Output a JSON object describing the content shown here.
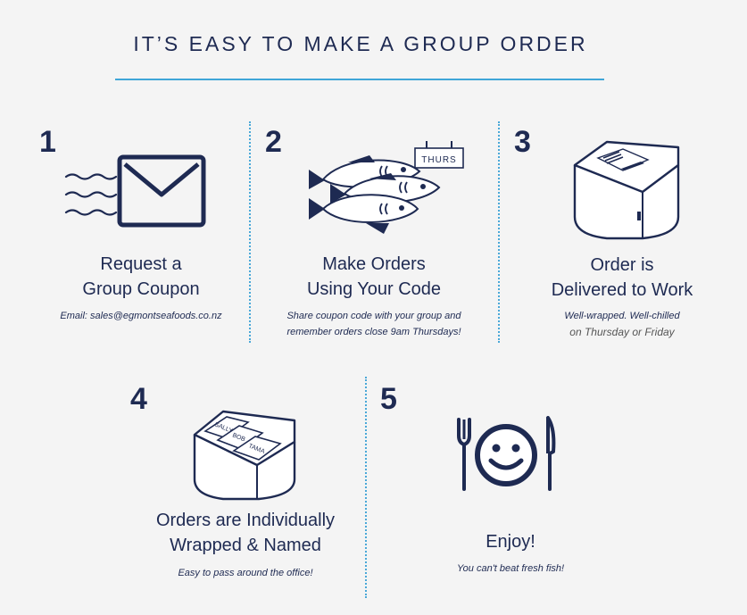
{
  "title": "IT’S EASY TO MAKE A GROUP ORDER",
  "steps": [
    {
      "number": "1",
      "heading_line1": "Request a",
      "heading_line2": "Group Coupon",
      "sub_line1": "Email: sales@egmontseafoods.co.nz",
      "sub_line2": ""
    },
    {
      "number": "2",
      "heading_line1": "Make Orders",
      "heading_line2": "Using Your Code",
      "sub_line1": "Share coupon code with your group and",
      "sub_line2": "remember orders close 9am Thursdays!",
      "sign_text": "THURS"
    },
    {
      "number": "3",
      "heading_line1": "Order is",
      "heading_line2": "Delivered  to Work",
      "sub_line1": "Well-wrapped. Well-chilled",
      "sub_line2": "on Thursday or Friday"
    },
    {
      "number": "4",
      "heading_line1": "Orders are Individually",
      "heading_line2": "Wrapped & Named",
      "sub_line1": "Easy to pass around the office!",
      "sub_line2": "",
      "names": [
        "SALLY",
        "BOB",
        "TAMA"
      ]
    },
    {
      "number": "5",
      "heading_line1": "Enjoy!",
      "heading_line2": "",
      "sub_line1": "You can't beat fresh fish!",
      "sub_line2": ""
    }
  ],
  "icons": [
    "envelope-icon",
    "fish-icon",
    "box-icon",
    "named-packages-icon",
    "plate-smiley-icon"
  ],
  "colors": {
    "navy": "#1e2a52",
    "accent_blue": "#3fa6d8",
    "background": "#f4f4f4"
  }
}
